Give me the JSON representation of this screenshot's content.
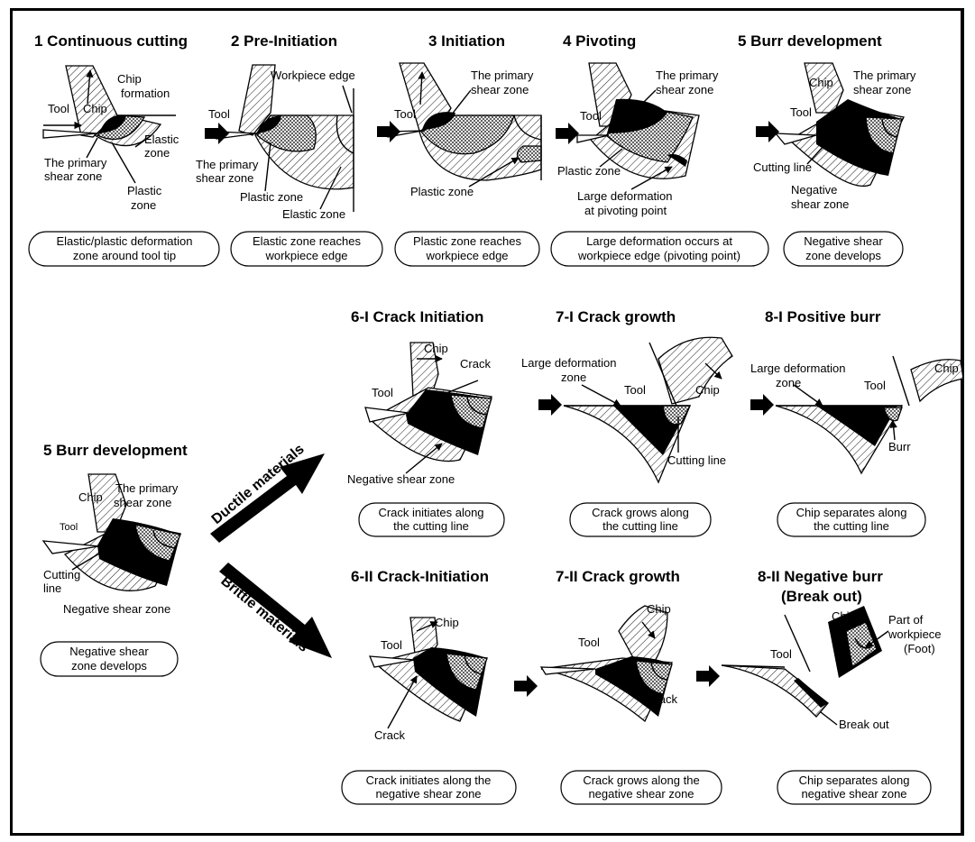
{
  "stages": [
    {
      "id": "s1",
      "title": "1 Continuous cutting",
      "caption": [
        "Elastic/plastic deformation",
        "zone around tool tip"
      ],
      "labels": [
        "Chip",
        "formation",
        "Tool",
        "Chip",
        "Elastic",
        "zone",
        "The primary",
        "shear zone",
        "Plastic",
        "zone"
      ]
    },
    {
      "id": "s2",
      "title": "2 Pre-Initiation",
      "caption": [
        "Elastic zone reaches",
        "workpiece edge"
      ],
      "labels": [
        "Workpiece edge",
        "Tool",
        "The primary",
        "shear zone",
        "Plastic zone",
        "Elastic zone"
      ]
    },
    {
      "id": "s3",
      "title": "3 Initiation",
      "caption": [
        "Plastic zone reaches",
        "workpiece edge"
      ],
      "labels": [
        "The primary",
        "shear zone",
        "Tool",
        "Plastic zone"
      ]
    },
    {
      "id": "s4",
      "title": "4 Pivoting",
      "caption": [
        "Large deformation occurs at",
        "workpiece edge (pivoting point)"
      ],
      "labels": [
        "The primary",
        "shear zone",
        "Tool",
        "Plastic zone",
        "Large deformation",
        "at pivoting point"
      ]
    },
    {
      "id": "s5",
      "title": "5 Burr development",
      "caption": [
        "Negative shear",
        "zone develops"
      ],
      "labels": [
        "Chip",
        "The primary",
        "shear zone",
        "Tool",
        "Cutting line",
        "Negative",
        "shear zone"
      ]
    },
    {
      "id": "s5b",
      "title": "5 Burr development",
      "caption": [
        "Negative shear",
        "zone develops"
      ],
      "labels": [
        "Chip",
        "The primary",
        "shear zone",
        "Tool",
        "Cutting",
        "line",
        "Negative shear zone"
      ]
    },
    {
      "id": "s6i",
      "title": "6-I Crack Initiation",
      "caption": [
        "Crack initiates along",
        "the cutting line"
      ],
      "labels": [
        "Chip",
        "Crack",
        "Tool",
        "Negative shear zone"
      ]
    },
    {
      "id": "s7i",
      "title": "7-I Crack growth",
      "caption": [
        "Crack grows along",
        "the cutting line"
      ],
      "labels": [
        "Large deformation",
        "zone",
        "Tool",
        "Chip",
        "Cutting line"
      ]
    },
    {
      "id": "s8i",
      "title": "8-I Positive burr",
      "caption": [
        "Chip separates along",
        "the cutting line"
      ],
      "labels": [
        "Large deformation",
        "zone",
        "Tool",
        "Chip",
        "Burr"
      ]
    },
    {
      "id": "s6ii",
      "title": "6-II Crack-Initiation",
      "caption": [
        "Crack initiates along the",
        "negative shear zone"
      ],
      "labels": [
        "Chip",
        "Tool",
        "Crack"
      ]
    },
    {
      "id": "s7ii",
      "title": "7-II Crack growth",
      "caption": [
        "Crack grows along the",
        "negative shear zone"
      ],
      "labels": [
        "Chip",
        "Tool",
        "Crack"
      ]
    },
    {
      "id": "s8ii",
      "title": [
        "8-II Negative burr",
        "(Break out)"
      ],
      "caption": [
        "Chip separates along",
        "negative shear zone"
      ],
      "labels": [
        "Chip",
        "Part of",
        "workpiece",
        "(Foot)",
        "Tool",
        "Break out"
      ]
    }
  ],
  "branches": {
    "ductile": "Ductile materials",
    "brittle": "Brittle materials"
  },
  "colors": {
    "ink": "#000000",
    "paper": "#ffffff"
  }
}
